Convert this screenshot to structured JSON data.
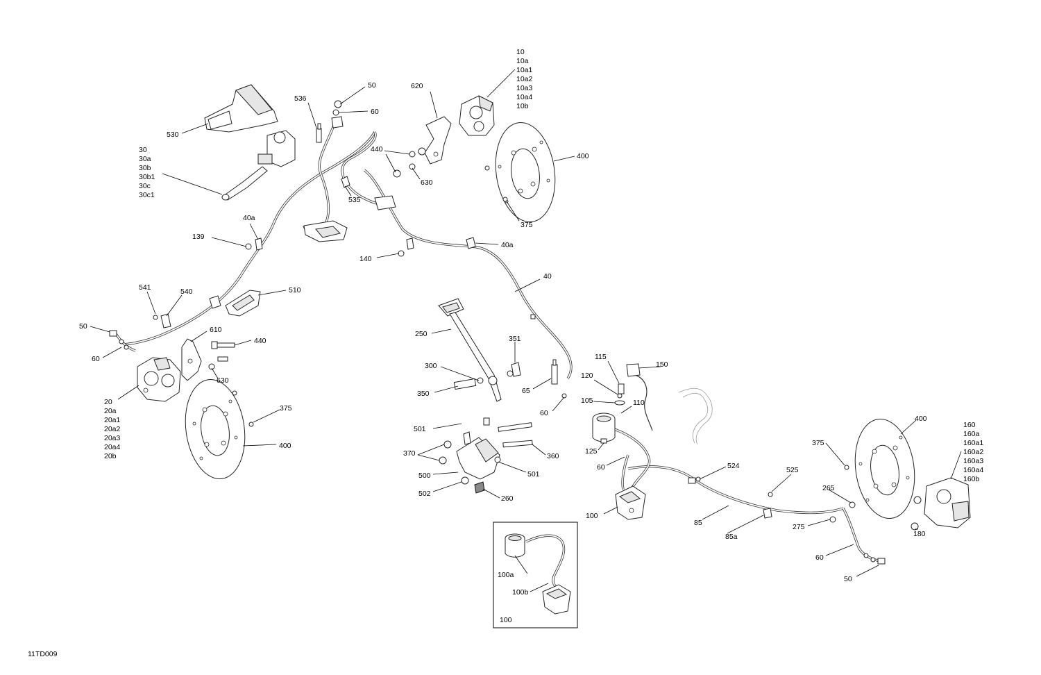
{
  "figure_code": "11TD009",
  "inset_label": "100",
  "callouts": {
    "c10": [
      "10",
      "10a",
      "10a1",
      "10a2",
      "10a3",
      "10a4",
      "10b"
    ],
    "c20": [
      "20",
      "20a",
      "20a1",
      "20a2",
      "20a3",
      "20a4",
      "20b"
    ],
    "c30": [
      "30",
      "30a",
      "30b",
      "30b1",
      "30c",
      "30c1"
    ],
    "c160": [
      "160",
      "160a",
      "160a1",
      "160a2",
      "160a3",
      "160a4",
      "160b"
    ],
    "c40": "40",
    "c40a_1": "40a",
    "c40a_2": "40a",
    "c50_1": "50",
    "c50_2": "50",
    "c50_3": "50",
    "c60_1": "60",
    "c60_2": "60",
    "c60_3": "60",
    "c60_4": "60",
    "c60_5": "60",
    "c65": "65",
    "c85": "85",
    "c85a": "85a",
    "c100": "100",
    "c100a": "100a",
    "c100b": "100b",
    "c105": "105",
    "c110": "110",
    "c115": "115",
    "c120": "120",
    "c125": "125",
    "c139": "139",
    "c140": "140",
    "c150": "150",
    "c180": "180",
    "c250": "250",
    "c260": "260",
    "c265": "265",
    "c275": "275",
    "c300": "300",
    "c350": "350",
    "c351": "351",
    "c360": "360",
    "c370": "370",
    "c375_1": "375",
    "c375_2": "375",
    "c375_3": "375",
    "c400_1": "400",
    "c400_2": "400",
    "c400_3": "400",
    "c440_1": "440",
    "c440_2": "440",
    "c500": "500",
    "c501_1": "501",
    "c501_2": "501",
    "c502": "502",
    "c510": "510",
    "c524": "524",
    "c525": "525",
    "c530": "530",
    "c535": "535",
    "c536": "536",
    "c540": "540",
    "c541": "541",
    "c610": "610",
    "c620": "620",
    "c630_1": "630",
    "c630_2": "630"
  }
}
